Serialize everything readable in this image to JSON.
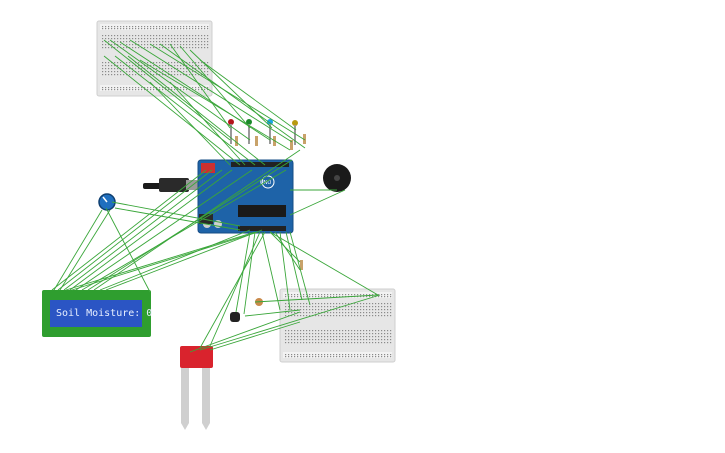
{
  "canvas": {
    "background": "#ffffff",
    "wire_color": "#3aa63a"
  },
  "components": {
    "breadboard_top": {
      "name": "breadboard",
      "color": "#e6e6e6"
    },
    "breadboard_bottom": {
      "name": "breadboard",
      "color": "#e6e6e6"
    },
    "arduino": {
      "name": "arduino-uno",
      "label": "UNO",
      "color": "#1e63a8"
    },
    "lcd": {
      "name": "lcd-16x2",
      "text": "Soil Moisture: 0",
      "bezel_color": "#2f9e2f",
      "screen_color": "#2b55c4"
    },
    "potentiometer": {
      "name": "potentiometer",
      "color": "#1f6fbf"
    },
    "buzzer": {
      "name": "piezo-buzzer",
      "color": "#1a1a1a"
    },
    "soil_sensor": {
      "name": "soil-moisture-sensor",
      "color": "#d9232d"
    },
    "leds": [
      {
        "name": "led-red",
        "color": "#b3141b"
      },
      {
        "name": "led-green",
        "color": "#1a8a2a"
      },
      {
        "name": "led-blue",
        "color": "#1aa3e8"
      },
      {
        "name": "led-yellow",
        "color": "#b89a10"
      }
    ],
    "transistor": {
      "name": "transistor",
      "color": "#222222"
    },
    "photoresistor": {
      "name": "photoresistor",
      "color": "#c98a4a"
    },
    "usb_cable": {
      "name": "usb-cable",
      "color": "#1a1a1a"
    }
  }
}
